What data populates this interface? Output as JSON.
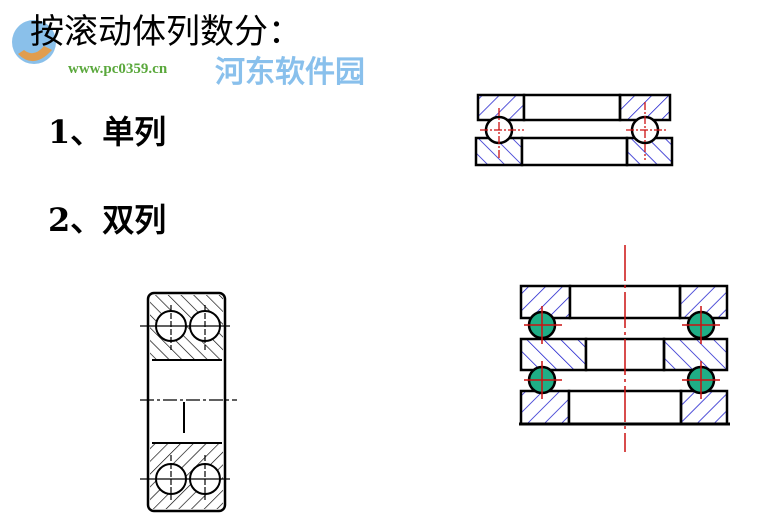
{
  "slide": {
    "title": "按滚动体列数分：",
    "items": [
      "1、单列",
      "2、双列"
    ]
  },
  "watermark": {
    "name": "河东软件园",
    "url": "www.pc0359.cn"
  },
  "colors": {
    "hatch": "#1a1acc",
    "centerline": "#cc1111",
    "ball": "#1fae86",
    "outline": "#000000"
  }
}
